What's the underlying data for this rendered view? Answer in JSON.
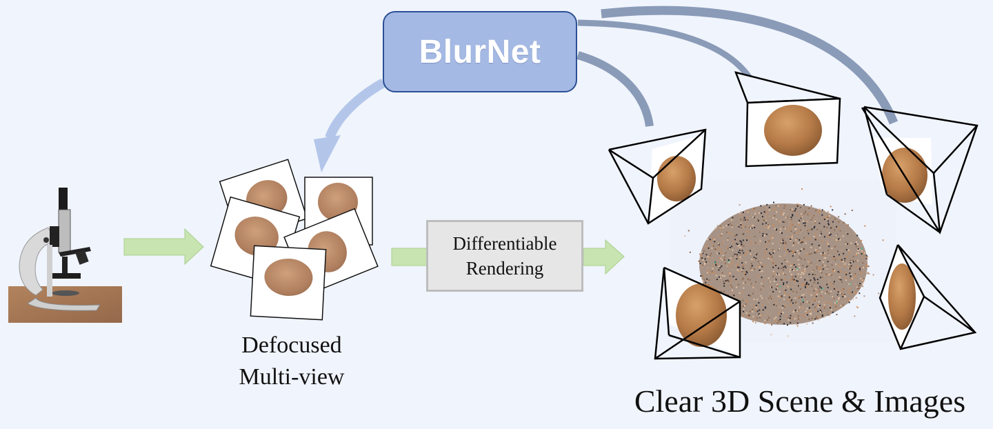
{
  "diagram": {
    "title": "BlurNet defocus deblurring pipeline",
    "blurnet": {
      "label": "BlurNet",
      "fill": "#a4b9e3",
      "border": "#2c4f95"
    },
    "input": {
      "name": "microscope",
      "description": "Microscope capturing specimen"
    },
    "defocused": {
      "caption_line1": "Defocused",
      "caption_line2": "Multi-view",
      "view_count": 5,
      "object": "walnut"
    },
    "renderer": {
      "line1": "Differentiable",
      "line2": "Rendering"
    },
    "output": {
      "caption": "Clear 3D Scene & Images",
      "camera_count": 5,
      "point_cloud": "walnut point cloud"
    },
    "colors": {
      "background": "#f0f4fc",
      "flow_arrow": "#c8e4b0",
      "flow_arrow_border": "#a8cf8e",
      "feedback_arrow": "#b3c6ea",
      "camera_arc": "#8a9bb8",
      "walnut": "#b07a48"
    },
    "edges": [
      {
        "from": "microscope",
        "to": "defocused-views",
        "style": "green-arrow"
      },
      {
        "from": "defocused-views",
        "to": "differentiable-rendering",
        "style": "green-arrow"
      },
      {
        "from": "differentiable-rendering",
        "to": "3d-scene",
        "style": "green-arrow"
      },
      {
        "from": "blurnet",
        "to": "defocused-views",
        "style": "curved-blue-arrow"
      },
      {
        "from": "blurnet",
        "to": "cameras",
        "style": "curved-gray-arcs"
      }
    ]
  }
}
